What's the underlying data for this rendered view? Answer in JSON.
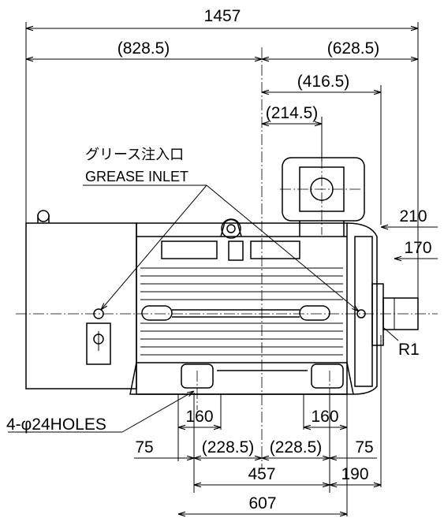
{
  "dimensions": {
    "overall_length": "1457",
    "rear_to_center": "(828.5)",
    "center_to_shaft_end": "(628.5)",
    "center_to_flange": "(416.5)",
    "center_to_terminal_box": "(214.5)",
    "shaft_extension": "210",
    "shaft_key_length": "170",
    "shaft_radius": "R1",
    "foot_pad_left": "160",
    "foot_pad_right": "160",
    "foot_edge_left": "75",
    "foot_edge_right": "75",
    "hole_half_left": "(228.5)",
    "hole_half_right": "(228.5)",
    "hole_spacing": "457",
    "hole_to_shaft_shoulder": "190",
    "foot_overall": "607"
  },
  "labels": {
    "grease_inlet_jp": "グリース注入口",
    "grease_inlet_en": "GREASE INLET",
    "mounting_holes": "4-φ24HOLES"
  }
}
